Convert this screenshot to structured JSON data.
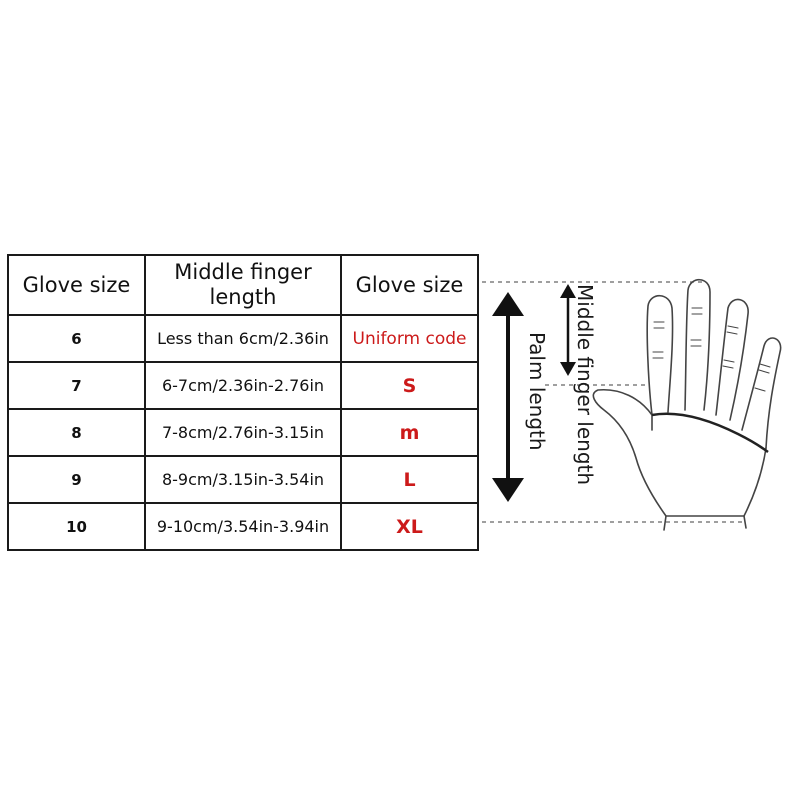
{
  "table": {
    "headers": [
      "Glove size",
      "Middle finger length",
      "Glove size"
    ],
    "rows": [
      {
        "size": "6",
        "length": "Less than 6cm/2.36in",
        "code": "Uniform code"
      },
      {
        "size": "7",
        "length": "6-7cm/2.36in-2.76in",
        "code": "S"
      },
      {
        "size": "8",
        "length": "7-8cm/2.76in-3.15in",
        "code": "m"
      },
      {
        "size": "9",
        "length": "8-9cm/3.15in-3.54in",
        "code": "L"
      },
      {
        "size": "10",
        "length": "9-10cm/3.54in-3.94in",
        "code": "XL"
      }
    ],
    "code_color": "#cc1a1a"
  },
  "diagram": {
    "palm_label": "Palm length",
    "finger_label": "Middle finger length",
    "icon": "hand-outline-icon"
  }
}
